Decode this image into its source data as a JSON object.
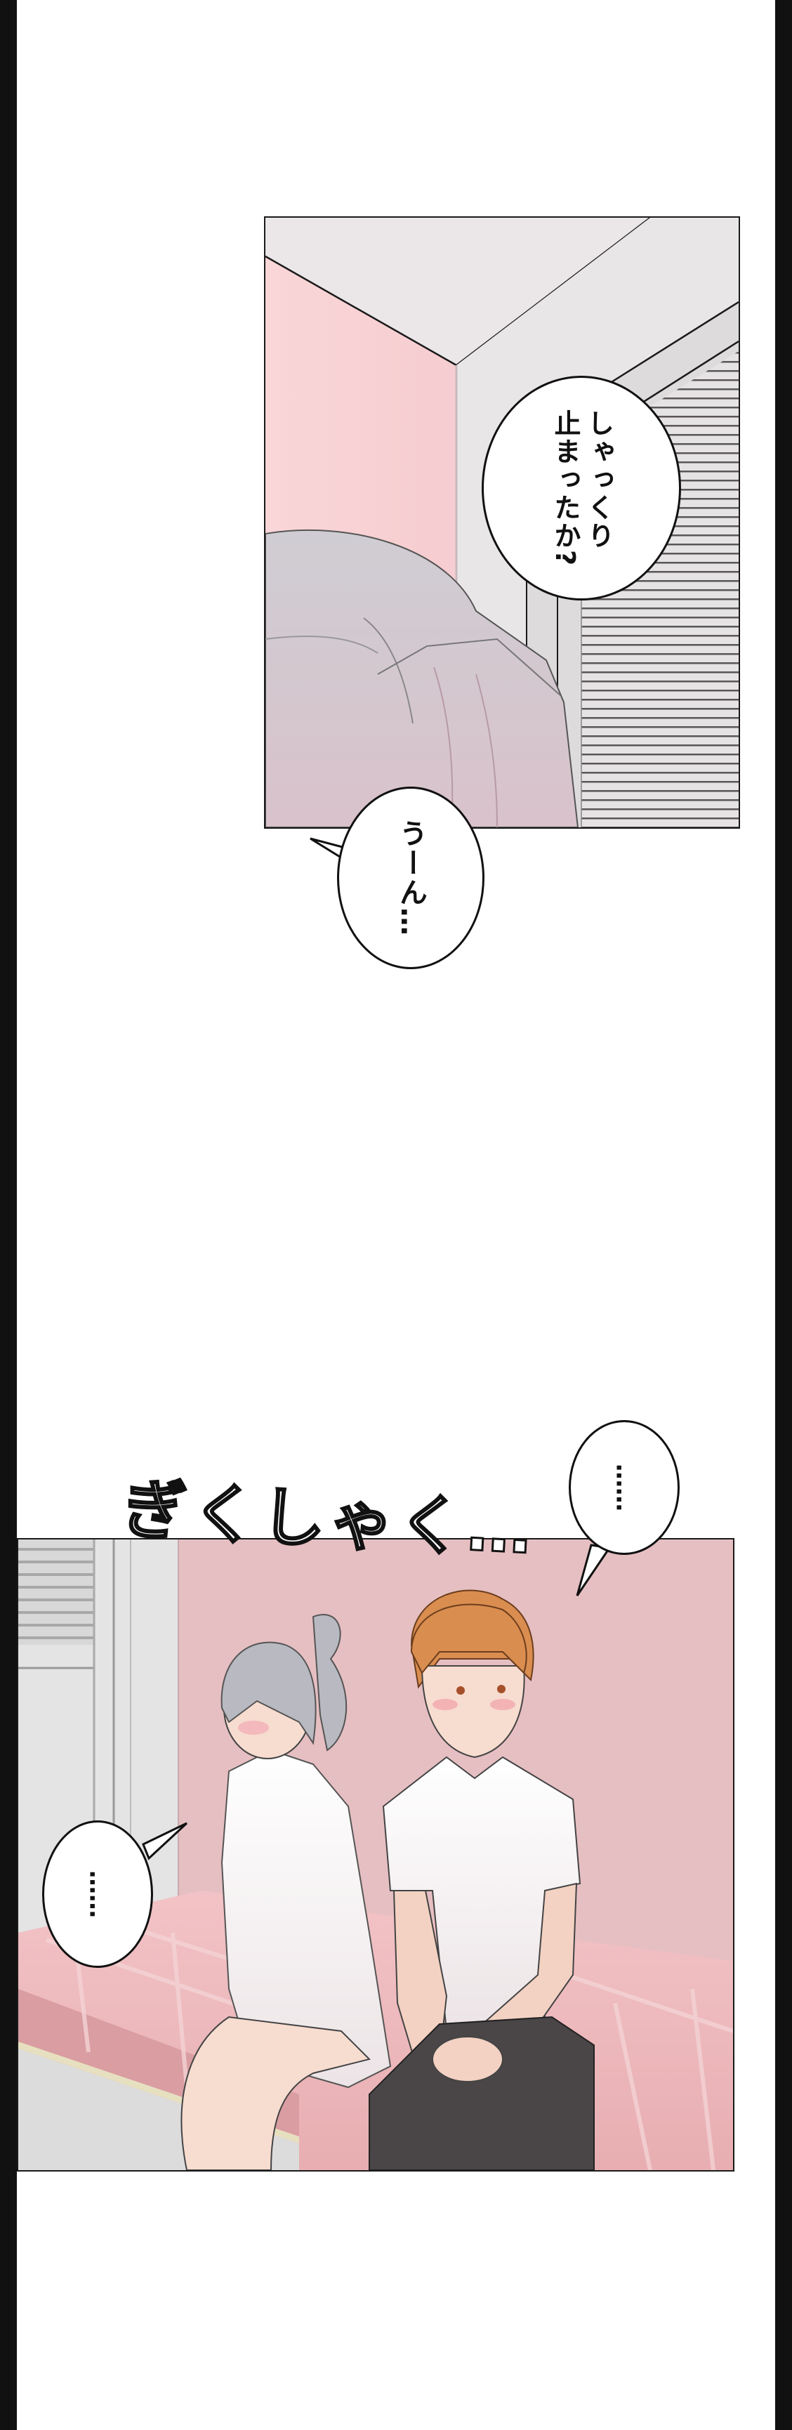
{
  "page": {
    "background": "#ffffff",
    "frame_color": "#111111"
  },
  "panel1": {
    "description": "Room corner with pink wall, white closet door with blinds, grey-haired girl's head at bottom",
    "colors": {
      "wall": "#f6cdd0",
      "ceiling": "#ebe7e8",
      "door_frame": "#e4e1e2",
      "blinds": "#d9d6d7",
      "hair": "#c6c4ca"
    },
    "bubble_text": "しゃっくり\n止まったか?",
    "bubble_lines": [
      "しゃっくり",
      "止まったか?"
    ]
  },
  "bubble_between": {
    "text": "うーん…"
  },
  "panel2": {
    "description": "Boy with orange hair and girl with grey ponytail sitting awkwardly on a pink bed",
    "colors": {
      "wall": "#e6bfc2",
      "bed": "#eab3b6",
      "closet": "#e2e2e2",
      "boy_hair": "#d98d4f",
      "girl_hair": "#b9b9c1",
      "shirt": "#ffffff",
      "pants": "#4a4648",
      "skin": "#f7dcd0"
    },
    "sfx": "ぎくしゃく…",
    "bubble_right_text": "……",
    "bubble_left_text": "……"
  }
}
